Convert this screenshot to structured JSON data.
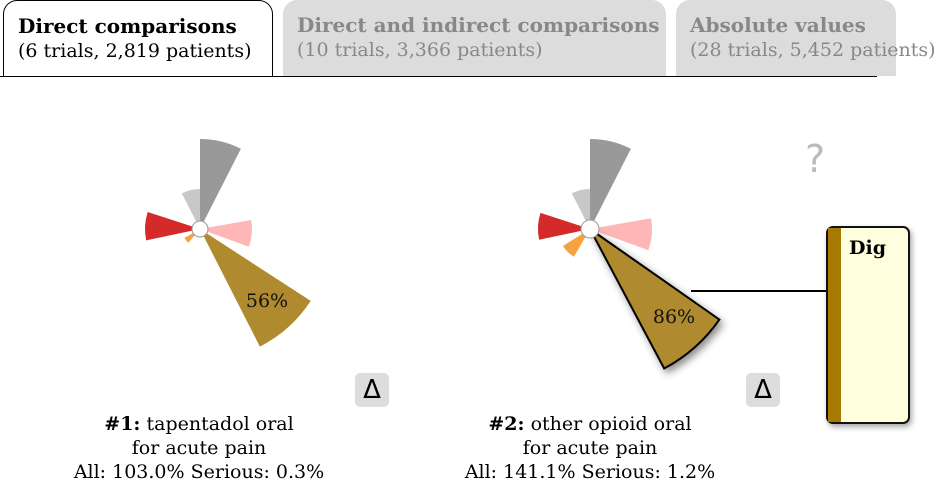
{
  "tabs": [
    {
      "title": "Direct comparisons",
      "subtitle": "(6 trials, 2,819 patients)",
      "active": true
    },
    {
      "title": "Direct and indirect comparisons",
      "subtitle": "(10 trials, 3,366 patients)",
      "active": false
    },
    {
      "title": "Absolute values",
      "subtitle": "(28 trials, 5,452 patients)",
      "active": false
    }
  ],
  "delta_label": "Δ",
  "question_label": "?",
  "treatments": [
    {
      "rank": "#1:",
      "name": "tapentadol oral",
      "indication": "for acute pain",
      "stats": "All: 103.0% Serious: 0.3%",
      "highlight_label": "56%"
    },
    {
      "rank": "#2:",
      "name": "other opioid oral",
      "indication": "for acute pain",
      "stats": "All: 141.1% Serious: 1.2%",
      "highlight_label": "86%"
    }
  ],
  "popup": {
    "title": "Dig"
  },
  "colors": {
    "gold": "#b08a2e",
    "gray_dark": "#999999",
    "gray_light": "#c8c8c8",
    "red": "#d42a2a",
    "pink": "#ffb6b6",
    "orange": "#f5a340",
    "popup_bg": "#ffffdd"
  }
}
